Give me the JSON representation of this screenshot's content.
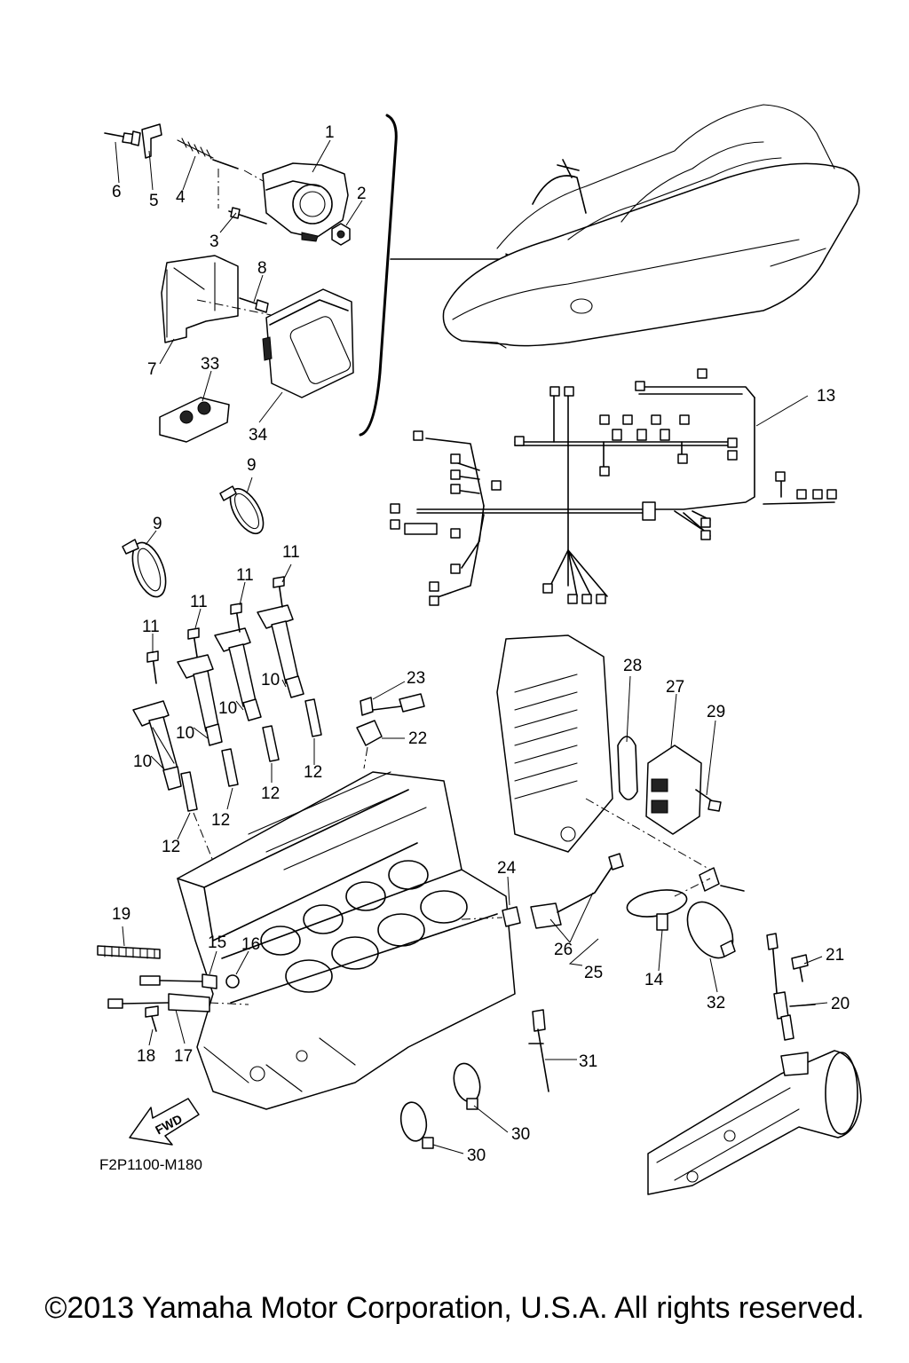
{
  "diagram": {
    "code": "F2P1100-M180",
    "direction_label": "FWD",
    "callouts": [
      {
        "id": "c1",
        "label": "1"
      },
      {
        "id": "c2",
        "label": "2"
      },
      {
        "id": "c3",
        "label": "3"
      },
      {
        "id": "c4",
        "label": "4"
      },
      {
        "id": "c5",
        "label": "5"
      },
      {
        "id": "c6",
        "label": "6"
      },
      {
        "id": "c7",
        "label": "7"
      },
      {
        "id": "c8",
        "label": "8"
      },
      {
        "id": "c9a",
        "label": "9"
      },
      {
        "id": "c9b",
        "label": "9"
      },
      {
        "id": "c10a",
        "label": "10"
      },
      {
        "id": "c10b",
        "label": "10"
      },
      {
        "id": "c10c",
        "label": "10"
      },
      {
        "id": "c10d",
        "label": "10"
      },
      {
        "id": "c11a",
        "label": "11"
      },
      {
        "id": "c11b",
        "label": "11"
      },
      {
        "id": "c11c",
        "label": "11"
      },
      {
        "id": "c11d",
        "label": "11"
      },
      {
        "id": "c12a",
        "label": "12"
      },
      {
        "id": "c12b",
        "label": "12"
      },
      {
        "id": "c12c",
        "label": "12"
      },
      {
        "id": "c12d",
        "label": "12"
      },
      {
        "id": "c13",
        "label": "13"
      },
      {
        "id": "c14",
        "label": "14"
      },
      {
        "id": "c15",
        "label": "15"
      },
      {
        "id": "c16",
        "label": "16"
      },
      {
        "id": "c17",
        "label": "17"
      },
      {
        "id": "c18",
        "label": "18"
      },
      {
        "id": "c19",
        "label": "19"
      },
      {
        "id": "c20",
        "label": "20"
      },
      {
        "id": "c21",
        "label": "21"
      },
      {
        "id": "c22",
        "label": "22"
      },
      {
        "id": "c23",
        "label": "23"
      },
      {
        "id": "c24",
        "label": "24"
      },
      {
        "id": "c25",
        "label": "25"
      },
      {
        "id": "c26",
        "label": "26"
      },
      {
        "id": "c27",
        "label": "27"
      },
      {
        "id": "c28",
        "label": "28"
      },
      {
        "id": "c29",
        "label": "29"
      },
      {
        "id": "c30a",
        "label": "30"
      },
      {
        "id": "c30b",
        "label": "30"
      },
      {
        "id": "c31",
        "label": "31"
      },
      {
        "id": "c32",
        "label": "32"
      },
      {
        "id": "c33",
        "label": "33"
      },
      {
        "id": "c34",
        "label": "34"
      }
    ]
  },
  "footer": {
    "copyright": "©2013 Yamaha Motor Corporation, U.S.A. All rights reserved."
  }
}
